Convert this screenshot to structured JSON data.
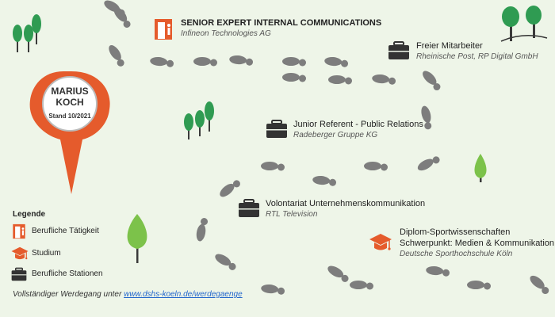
{
  "pin": {
    "first_name": "MARIUS",
    "last_name": "KOCH",
    "status": "Stand 10/2021",
    "color": "#e55b2c"
  },
  "stations": [
    {
      "title": "SENIOR EXPERT INTERNAL COMMUNICATIONS",
      "org": "Infineon Technologies AG",
      "icon": "door-icon"
    },
    {
      "title": "Freier Mitarbeiter",
      "org": "Rheinische Post, RP Digital GmbH",
      "icon": "briefcase-icon"
    },
    {
      "title": "Junior Referent - Public Relations",
      "org": "Radeberger Gruppe KG",
      "icon": "briefcase-icon"
    },
    {
      "title": "Volontariat Unternehmenskommunikation",
      "org": "RTL Television",
      "icon": "briefcase-icon"
    },
    {
      "title": "Diplom-Sportwissenschaften",
      "subtitle": "Schwerpunkt: Medien & Kommunikation",
      "org": "Deutsche Sporthochschule Köln",
      "icon": "graduation-cap-icon"
    }
  ],
  "legend": {
    "title": "Legende",
    "items": [
      {
        "label": "Berufliche Tätigkeit",
        "icon": "door-icon"
      },
      {
        "label": "Studium",
        "icon": "graduation-cap-icon"
      },
      {
        "label": "Berufliche Stationen",
        "icon": "briefcase-icon"
      }
    ]
  },
  "footer": {
    "prefix": "Vollständiger Werdegang unter ",
    "link": "www.dshs-koeln.de/werdegaenge"
  },
  "colors": {
    "background": "#eef5e8",
    "accent": "#e55b2c",
    "footprint": "#7d7d7d",
    "tree_green": "#2f9b52",
    "tree_light": "#7cc24a",
    "icon_dark": "#333333"
  }
}
